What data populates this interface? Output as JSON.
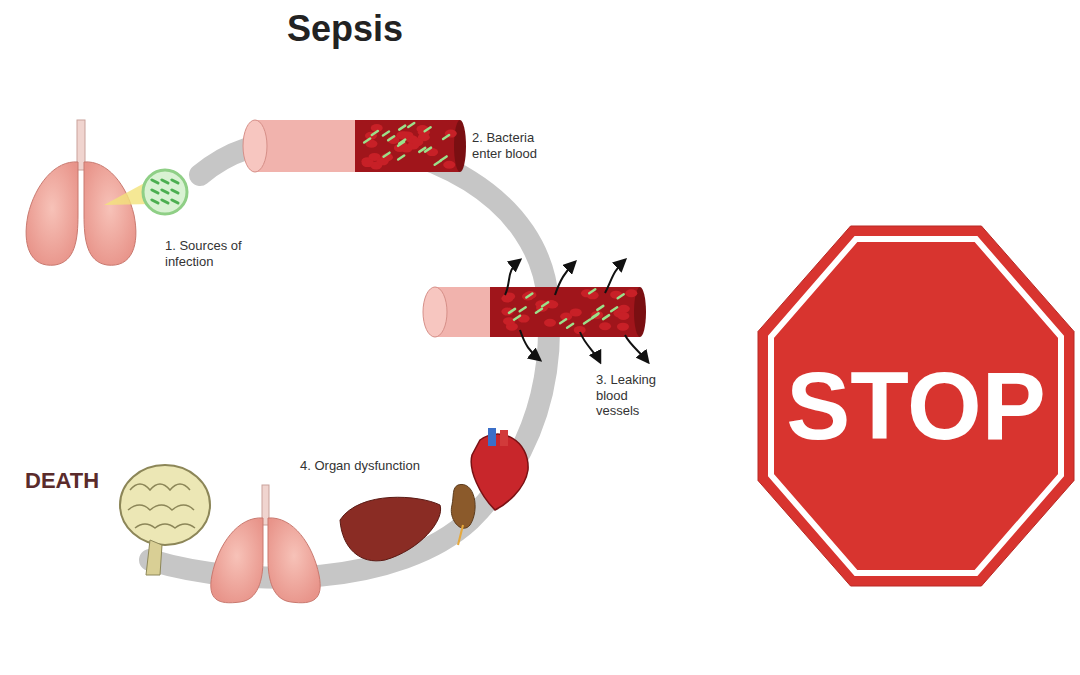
{
  "diagram": {
    "title": "Sepsis",
    "nodes": [
      {
        "text": [
          "STOP"
        ]
      }
    ],
    "labels": [
      "1. Sources of infection",
      "2. Bacteria enter blood",
      "3. Leaking blood vessels",
      "4. Organ dysfunction",
      "DEATH"
    ]
  }
}
